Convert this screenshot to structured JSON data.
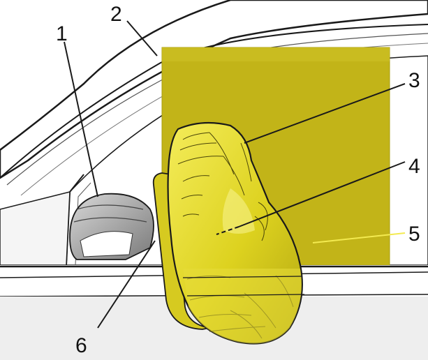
{
  "colors": {
    "airbag": "#e3d82a",
    "airbag_dark": "#b9ad14",
    "curtain": "#c4b616",
    "curtain_edge": "#a99e0f",
    "line": "#1a1a1a",
    "glass": "#f2f2f2",
    "body": "#ffffff",
    "seat": "#8e8e8e"
  },
  "callouts": [
    {
      "id": "1",
      "label": "1"
    },
    {
      "id": "2",
      "label": "2"
    },
    {
      "id": "3",
      "label": "3"
    },
    {
      "id": "4",
      "label": "4"
    },
    {
      "id": "5",
      "label": "5"
    },
    {
      "id": "6",
      "label": "6"
    }
  ]
}
